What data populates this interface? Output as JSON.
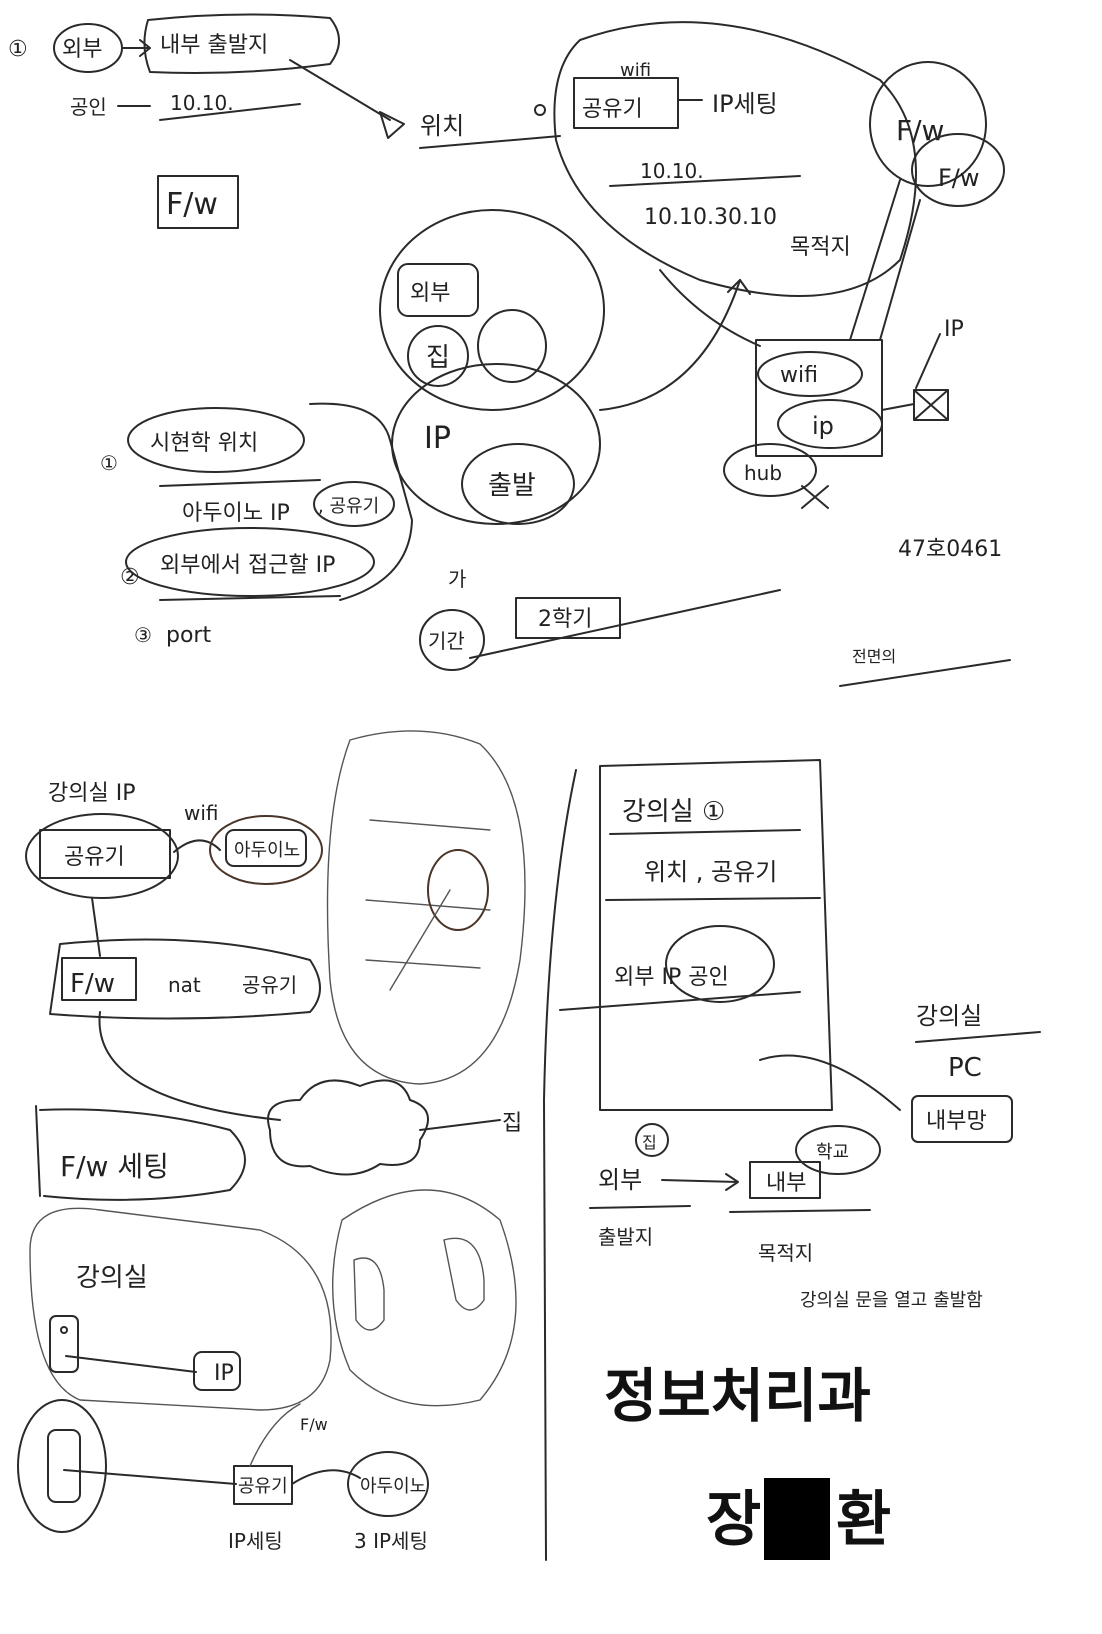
{
  "top": {
    "item1_number": "①",
    "outside": "외부",
    "inside_route": "내부  출발지",
    "public": "공인",
    "public_ip": "10.10.",
    "location": "위치",
    "firewall_left": "F/w",
    "wifi": "wifi",
    "router": "공유기",
    "ip_setting": "IP세팅",
    "ip_1010": "10.10.",
    "ip_full": "10.10.30.10",
    "destination": "목적지",
    "fw_right_1": "F/w",
    "fw_right_2": "F/w",
    "outside_2": "외부",
    "home": "집",
    "ip_label": "IP",
    "departure": "출발",
    "wifi_box": "wifi",
    "ip_box": "ip",
    "hub": "hub",
    "ip_arrow": "IP",
    "item1": "①",
    "current_location": "시현학 위치",
    "arduino_ip": "아두이노 IP",
    "router_paren": ", 공유기",
    "item2": "②",
    "outside_access_ip": "외부에서 접근할 IP",
    "item3": "③",
    "port": "port",
    "ga": "가",
    "period": "기간",
    "semester2": "2학기",
    "number_note": "47호0461",
    "small_note": "전면의"
  },
  "bottom": {
    "classroom_ip": "강의실 IP",
    "wifi": "wifi",
    "router": "공유기",
    "arduino": "아두이노",
    "fw": "F/w",
    "nat": "nat",
    "router2": "공유기",
    "fw_setting": "F/w 세팅",
    "home_vertical": "집",
    "classroom": "강의실",
    "ip_small": "IP",
    "router3": "공유기",
    "fw_small": "F/w",
    "arduino2": "아두이노",
    "ip_setting": "IP세팅",
    "ip_setting2": "3 IP세팅",
    "box_classroom1": "강의실 ①",
    "location_router": "위치 , 공유기",
    "outside_ip_public": "외부 IP 공인",
    "classroom_pc_label": "강의실",
    "pc": "PC",
    "internal_network": "내부망",
    "home_circle": "집",
    "outside": "외부",
    "inside": "내부",
    "school": "학교",
    "departure": "출발지",
    "destination": "목적지",
    "classroom_note": "강의실 문을 열고 출발함",
    "department": "정보처리과",
    "name_first": "장",
    "name_last": "환"
  }
}
